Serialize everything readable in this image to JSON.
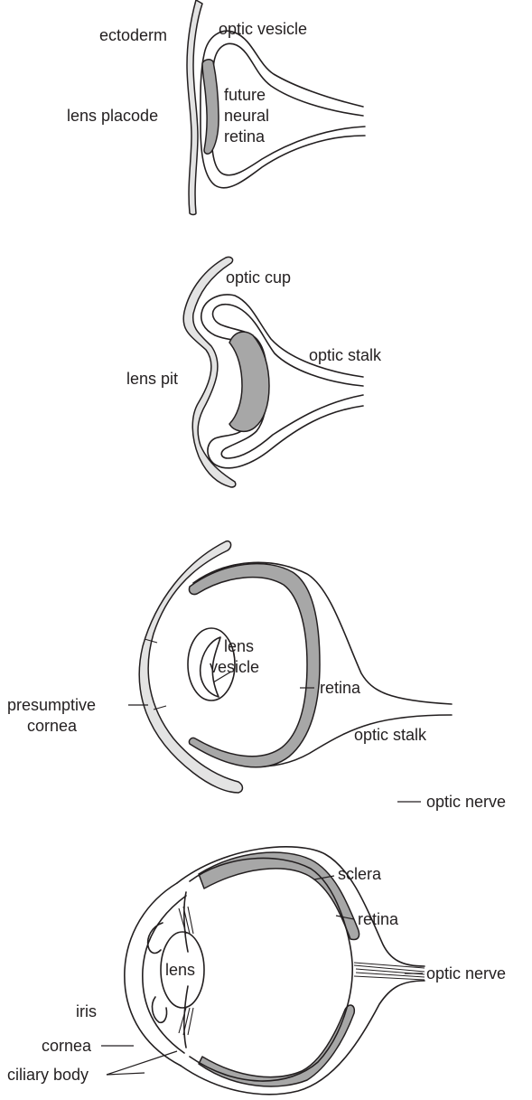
{
  "stage1": {
    "ectoderm": "ectoderm",
    "optic_vesicle": "optic vesicle",
    "lens_placode": "lens placode",
    "future_neural_retina": [
      "future",
      "neural",
      "retina"
    ]
  },
  "stage2": {
    "optic_cup": "optic cup",
    "optic_stalk": "optic stalk",
    "lens_pit": "lens pit"
  },
  "stage3": {
    "presumptive_cornea": [
      "presumptive",
      "cornea"
    ],
    "lens_vesicle": [
      "lens",
      "vesicle"
    ],
    "retina": "retina",
    "optic_stalk": "optic stalk",
    "optic_nerve": "optic nerve"
  },
  "stage4": {
    "sclera": "sclera",
    "retina": "retina",
    "cornea": "cornea",
    "lens": "lens",
    "optic_nerve": "optic nerve",
    "iris": "iris",
    "ciliary_body": "ciliary body"
  },
  "colors": {
    "outline": "#231f20",
    "ectoderm_fill": "#e3e3e3",
    "retina_fill": "#a7a7a7"
  }
}
